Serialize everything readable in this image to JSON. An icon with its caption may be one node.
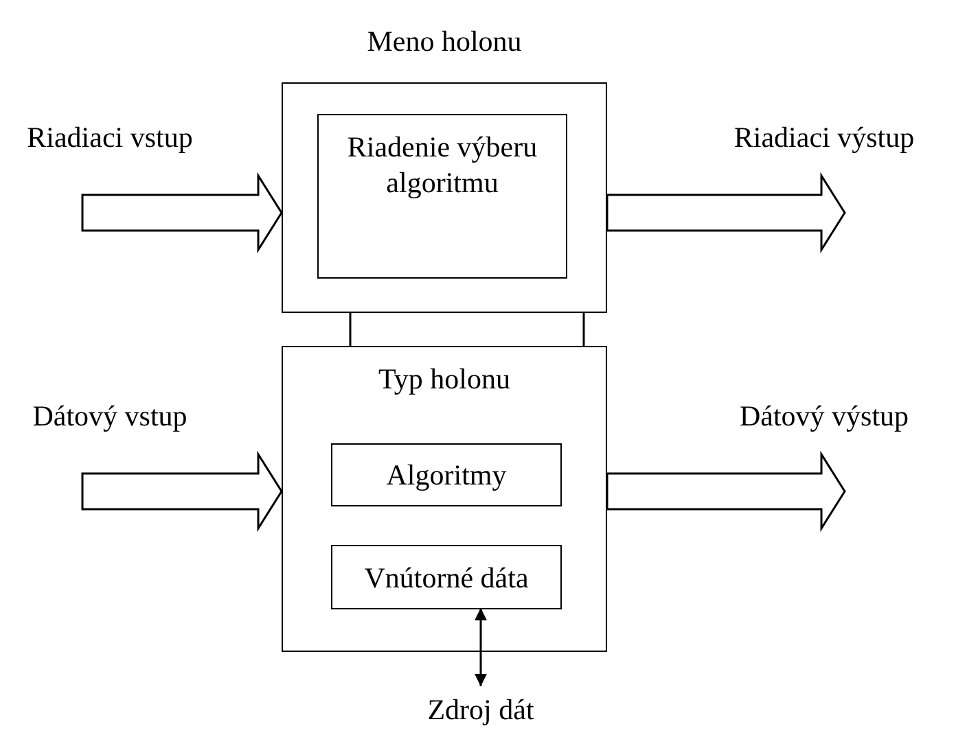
{
  "diagram": {
    "nodes": [
      {
        "text": [
          "Meno holonu"
        ]
      },
      {
        "text": [
          "Riadenie výberu algoritmu"
        ],
        "in": 0
      },
      {
        "text": [
          "Typ holonu"
        ]
      },
      {
        "text": [
          "Algoritmy"
        ],
        "in": 2
      },
      {
        "text": [
          "Vnútorné dáta"
        ],
        "in": 2
      },
      {
        "text": [
          "Zdroj dát"
        ]
      }
    ],
    "edges": [
      {
        "from": null,
        "to": 0,
        "arrow": "to",
        "label": "Riadiaci vstup"
      },
      {
        "from": 0,
        "to": null,
        "arrow": "to",
        "label": "Riadiaci výstup"
      },
      {
        "from": null,
        "to": 2,
        "arrow": "to",
        "label": "Dátový vstup"
      },
      {
        "from": 2,
        "to": null,
        "arrow": "to",
        "label": "Dátový výstup"
      },
      {
        "from": 4,
        "to": 5,
        "arrow": "both"
      },
      {
        "from": 0,
        "to": 2,
        "arrow": "none"
      },
      {
        "from": 0,
        "to": 2,
        "arrow": "none"
      }
    ]
  }
}
